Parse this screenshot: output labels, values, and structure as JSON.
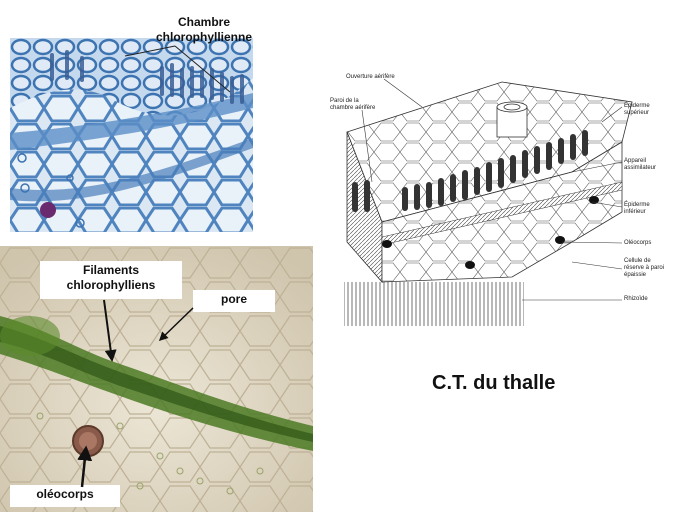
{
  "top_micrograph": {
    "label": "Chambre\nchlorophyllienne"
  },
  "bottom_micrograph": {
    "label_filaments": "Filaments\nchlorophylliens",
    "label_pore": "pore",
    "label_oleocorps": "oléocorps"
  },
  "diagram": {
    "caption": "C.T. du thalle",
    "labels": {
      "ouverture": "Ouverture aérifère",
      "paroi": "Paroi de la\nchambre aérifère",
      "epiderme_sup": "Épiderme\nsupérieur",
      "appareil": "Appareil\nassimilateur",
      "epiderme_inf": "Épiderme\ninférieur",
      "oleocorps": "Oléocorps",
      "cellule_reserve": "Cellule de\nréserve à paroi\népaissie",
      "rhizoide": "Rhizoïde"
    }
  },
  "colors": {
    "stain_blue": "#5b8fc7",
    "chlorophyll_green": "#4b7a23",
    "oleocorps_purple": "#6a2a6e",
    "page_bg": "#ffffff"
  }
}
